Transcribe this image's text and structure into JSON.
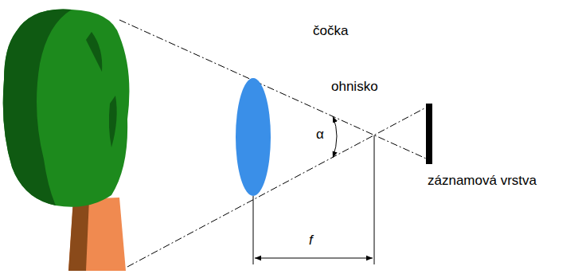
{
  "diagram": {
    "labels": [
      "čočka",
      "ohnisko",
      "α",
      "f",
      "záznamová vrstva"
    ]
  }
}
